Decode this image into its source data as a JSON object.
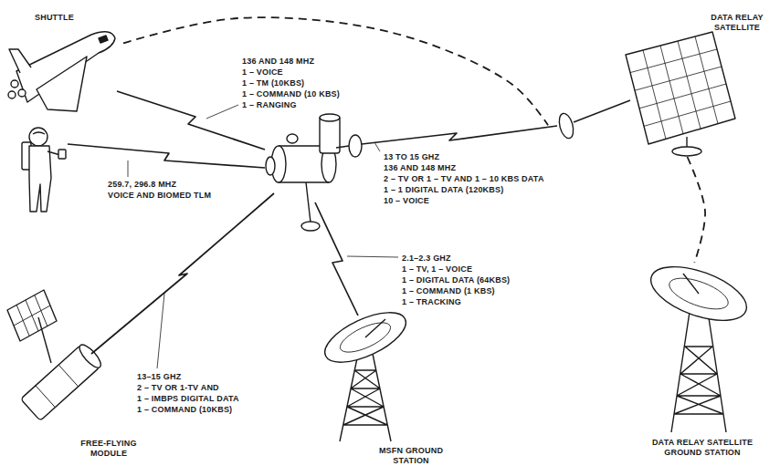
{
  "diagram": {
    "nodes": [
      {
        "text": [
          "SHUTTLE"
        ]
      },
      {
        "text": [
          "DATA RELAY SATELLITE"
        ]
      },
      {
        "text": [
          "FREE-FLYING MODULE"
        ]
      },
      {
        "text": [
          "MSFN GROUND STATION"
        ]
      },
      {
        "text": [
          "DATA RELAY SATELLITE GROUND STATION"
        ]
      }
    ],
    "edges": [
      {
        "from": 0,
        "to": 1,
        "arrow": "none"
      },
      {
        "from": 1,
        "to": 4,
        "arrow": "none"
      }
    ],
    "labels": [
      "136 AND 148 MHZ",
      "1 – VOICE",
      "1 – TM (10KBS)",
      "1 – COMMAND (10 KBS)",
      "1 – RANGING",
      "13 TO 15 GHZ",
      "136 AND 148 MHZ",
      "2 – TV OR 1 – TV AND 1 – 10 KBS DATA",
      "1 – 1 DIGITAL DATA (120KBS)",
      "10 – VOICE",
      "259.7, 296.8 MHZ",
      "VOICE AND BIOMED TLM",
      "2.1–2.3 GHZ",
      "1 – TV, 1 – VOICE",
      "1 – DIGITAL DATA (64KBS)",
      "1 – COMMAND (1 KBS)",
      "1 – TRACKING",
      "13–15 GHZ",
      "2 – TV OR 1-TV AND",
      "1 – IMBPS DIGITAL DATA",
      "1 – COMMAND (10KBS)"
    ]
  }
}
